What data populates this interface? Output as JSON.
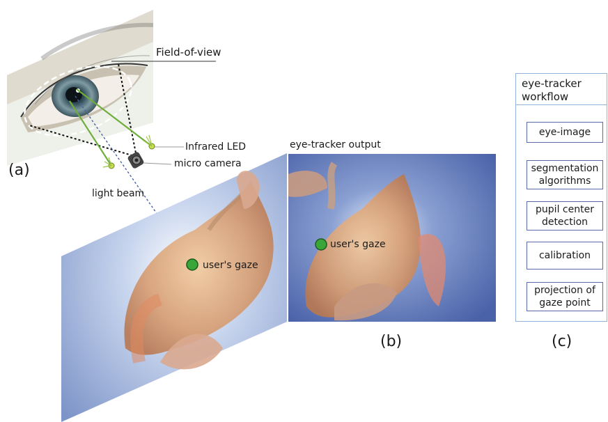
{
  "labels": {
    "field_of_view": "Field-of-view",
    "infrared_led": "Infrared LED",
    "micro_camera": "micro camera",
    "light_beam": "light beam",
    "eye_tracker_output": "eye-tracker output",
    "users_gaze_scene": "user's gaze",
    "users_gaze_output": "user's gaze"
  },
  "panels": {
    "a": "(a)",
    "b": "(b)",
    "c": "(c)"
  },
  "workflow": {
    "title_line1": "eye-tracker",
    "title_line2": "workflow",
    "steps": [
      {
        "line1": "eye-image",
        "line2": ""
      },
      {
        "line1": "segmentation",
        "line2": "algorithms"
      },
      {
        "line1": "pupil center",
        "line2": "detection"
      },
      {
        "line1": "calibration",
        "line2": ""
      },
      {
        "line1": "projection of",
        "line2": "gaze point"
      }
    ]
  },
  "colors": {
    "gaze_dot": "#3aa63a",
    "sky_blue": "#5b78b8",
    "workflow_border": "#5a6aa8",
    "workflow_frame": "#8fb3da",
    "beam_green": "#6fae3a",
    "shell": "#d7a77f"
  }
}
